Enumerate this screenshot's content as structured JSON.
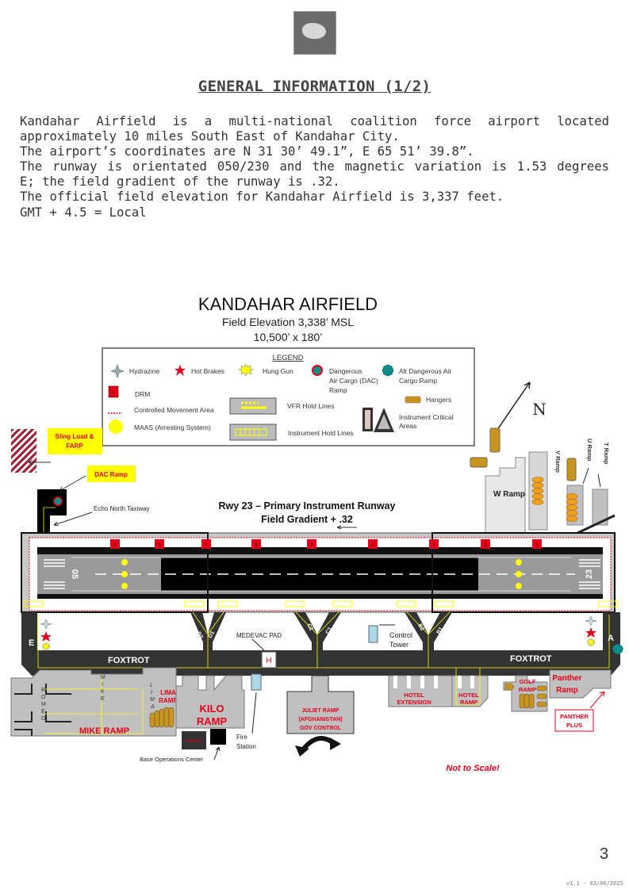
{
  "header": {
    "title": "GENERAL INFORMATION (1/2)"
  },
  "body": {
    "lines": [
      "Kandahar Airfield is a multi-national coalition force airport located",
      "approximately 10 miles South East of Kandahar City.",
      "The airport’s coordinates are N 31 30’ 49.1”, E 65 51’ 39.8”.",
      "The runway is orientated 050/230 and the magnetic variation is 1.53 degrees",
      "E; the field gradient of the runway is .32.",
      "The official field elevation for Kandahar Airfield is 3,337 feet.",
      "GMT + 4.5 = Local"
    ]
  },
  "map": {
    "title": "KANDAHAR AIRFIELD",
    "elevation": "Field Elevation 3,338’ MSL",
    "dimensions": "10,500’ x 180’",
    "legend": {
      "heading": "LEGEND",
      "hydrazine": "Hydrazine",
      "hot_brakes": "Hot Brakes",
      "hung_gun": "Hung Gun",
      "dac": [
        "Dangerous",
        "Air Cargo (DAC)",
        "Ramp"
      ],
      "alt_dac": [
        "Alt Dangerous Air",
        "Cargo Ramp"
      ],
      "drm": "DRM",
      "drm_icon_label": "2",
      "controlled": "Controlled Movement Area",
      "maas": "MAAS (Arresting System)",
      "vfr_hold": "VFR Hold Lines",
      "instrument_hold": "Instrument Hold Lines",
      "hangers": "Hangers",
      "critical": [
        "Instrument Critical",
        "Areas"
      ]
    },
    "sling_load": [
      "Sling Load &",
      "FARP"
    ],
    "dac_ramp": "DAC Ramp",
    "echo_north": "Echo North Taxiway",
    "runway_title": "Rwy 23 – Primary Instrument Runway",
    "field_gradient": "Field Gradient  + .32",
    "north": "N",
    "w_ramp": "W Ramp",
    "v_ramp": "V Ramp",
    "u_ramp": "U Ramp",
    "t_ramp": "T Ramp",
    "rwy_05": "05",
    "rwy_23": "23",
    "drm_markers": [
      "9",
      "8",
      "7",
      "6",
      "5",
      "4",
      "3",
      "2",
      "1"
    ],
    "taxiways": {
      "e": "E",
      "a": "A",
      "d2": "D2",
      "d1": "D1",
      "c2": "C2",
      "c1": "C1",
      "b2": "B2",
      "b1": "B1",
      "foxtrot": "FOXTROT"
    },
    "medevac": "MEDEVAC PAD",
    "helipad": "H",
    "control_tower": [
      "Control",
      "Tower"
    ],
    "romeo": [
      "R",
      "O",
      "M",
      "E",
      "O"
    ],
    "mike": [
      "M",
      "I",
      "K",
      "E"
    ],
    "lima": [
      "L",
      "I",
      "M",
      "A"
    ],
    "mike_ramp": "MIKE RAMP",
    "lima_ramp": [
      "LIMA",
      "RAMP"
    ],
    "kilo_ramp": [
      "KILO",
      "RAMP"
    ],
    "hangar": "HANGAR",
    "base_ops": "Base Operations Center",
    "fire_station": [
      "Fire",
      "Station"
    ],
    "juliet_ramp": [
      "JULIET RAMP",
      "(AFGHANISTAN)",
      "GOV CONTROL"
    ],
    "hotel_extension": [
      "HOTEL",
      "EXTENSION"
    ],
    "hotel_ramp": [
      "HOTEL",
      "RAMP"
    ],
    "golf_ramp": [
      "GOLF",
      "RAMP"
    ],
    "panther_ramp": [
      "Panther",
      "Ramp"
    ],
    "panther_plus": [
      "PANTHER",
      "PLUS"
    ],
    "not_to_scale": "Not to Scale!",
    "colors": {
      "red": "#e3001b",
      "yellow": "#ffff00",
      "gray": "#c0c0c0",
      "dark": "#333333",
      "gold": "#c8961e",
      "teal": "#0d8c8c"
    }
  },
  "footer": {
    "page_number": "3",
    "version": "v1.1 - 03/06/2025"
  }
}
